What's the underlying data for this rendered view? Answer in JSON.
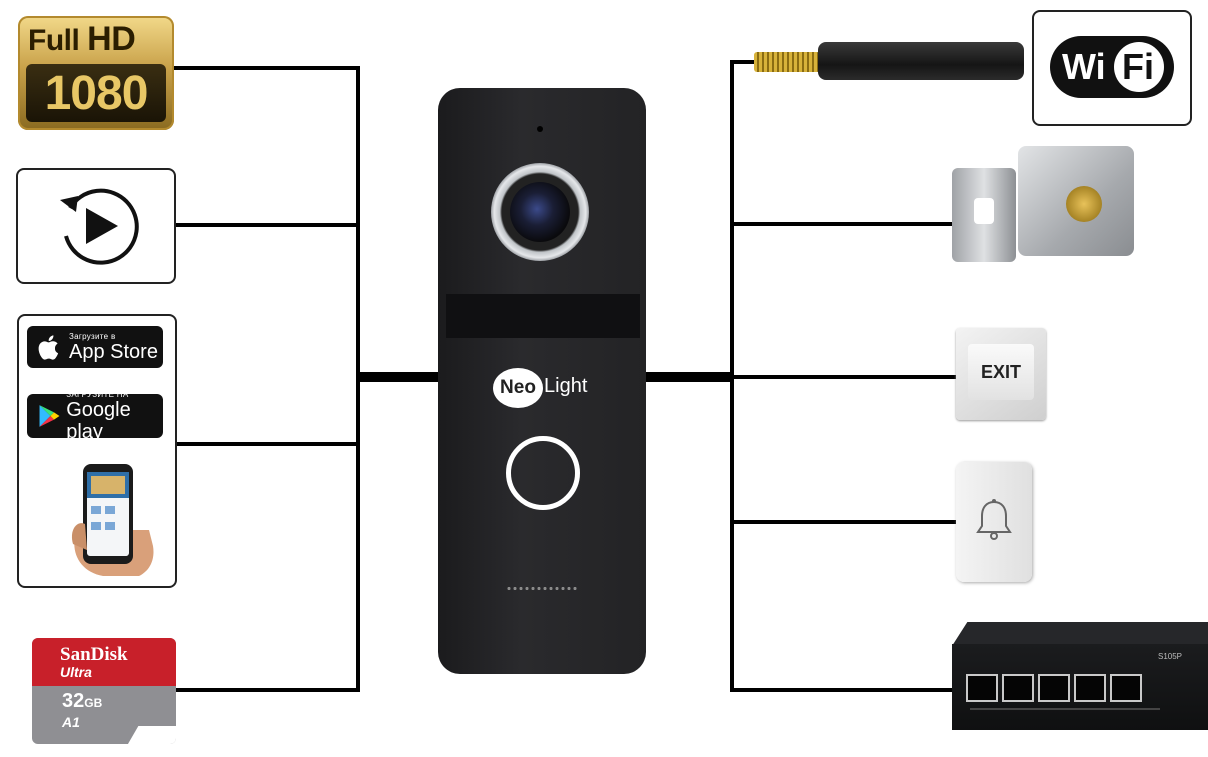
{
  "hd_badge": {
    "line1_light": "Full",
    "line1_bold": "HD",
    "line2": "1080"
  },
  "app_stores": {
    "apple": {
      "small": "Загрузите в",
      "big": "App Store"
    },
    "google": {
      "small": "ЗАГРУЗИТЕ НА",
      "big": "Google play"
    }
  },
  "sd_card": {
    "brand": "SanDisk",
    "line": "Ultra",
    "capacity": "32",
    "unit": "GB",
    "classes": "A1"
  },
  "doorbell": {
    "brand_circle": "Neo",
    "brand_text": "Light"
  },
  "wifi": {
    "left": "Wi",
    "right": "Fi"
  },
  "exit_button": {
    "label": "EXIT"
  },
  "switch": {
    "model": "S105P"
  },
  "colors": {
    "gold": "#c9a24a",
    "sd_red": "#c8202a",
    "panel": "#1f1f21"
  }
}
